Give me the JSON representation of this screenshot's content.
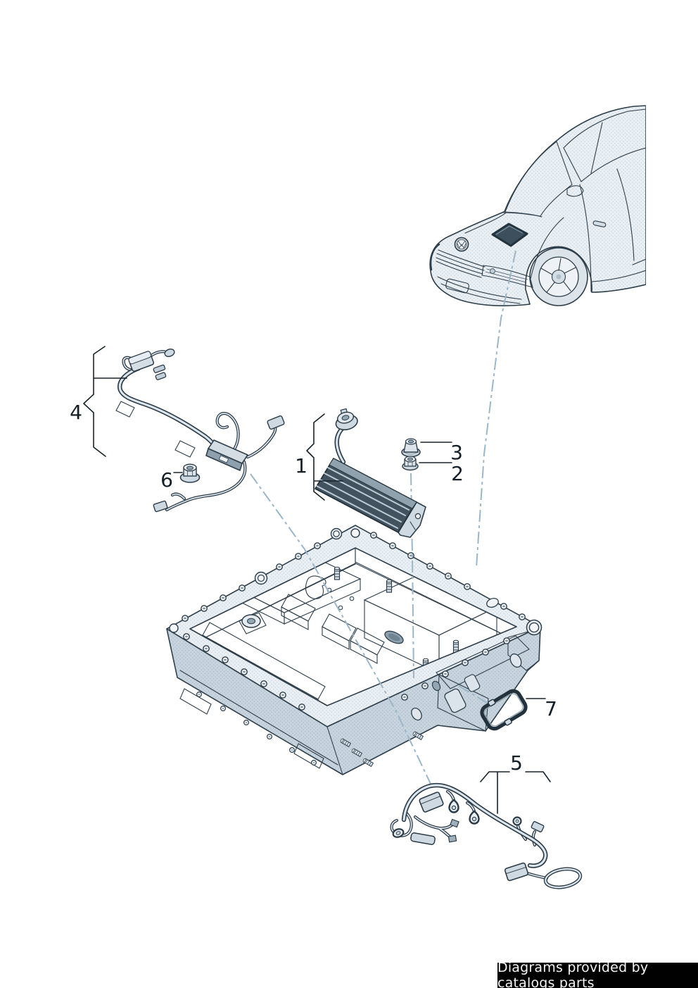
{
  "banner": {
    "text": "Diagrams provided by catalogs parts"
  },
  "callouts": [
    {
      "label": "1"
    },
    {
      "label": "2"
    },
    {
      "label": "3"
    },
    {
      "label": "4"
    },
    {
      "label": "5"
    },
    {
      "label": "6"
    },
    {
      "label": "7"
    }
  ],
  "colors": {
    "line": "#2e3e4a",
    "fill_light": "#e9eef3",
    "fill_mid": "#c6d2da",
    "fill_dark": "#a9b8c3",
    "hood_highlight": "#3d4f5c",
    "leader_dash": "#9cb6c8",
    "callout_text": "#141e26",
    "banner_bg": "#010101",
    "banner_fg": "#f5f5f5"
  }
}
